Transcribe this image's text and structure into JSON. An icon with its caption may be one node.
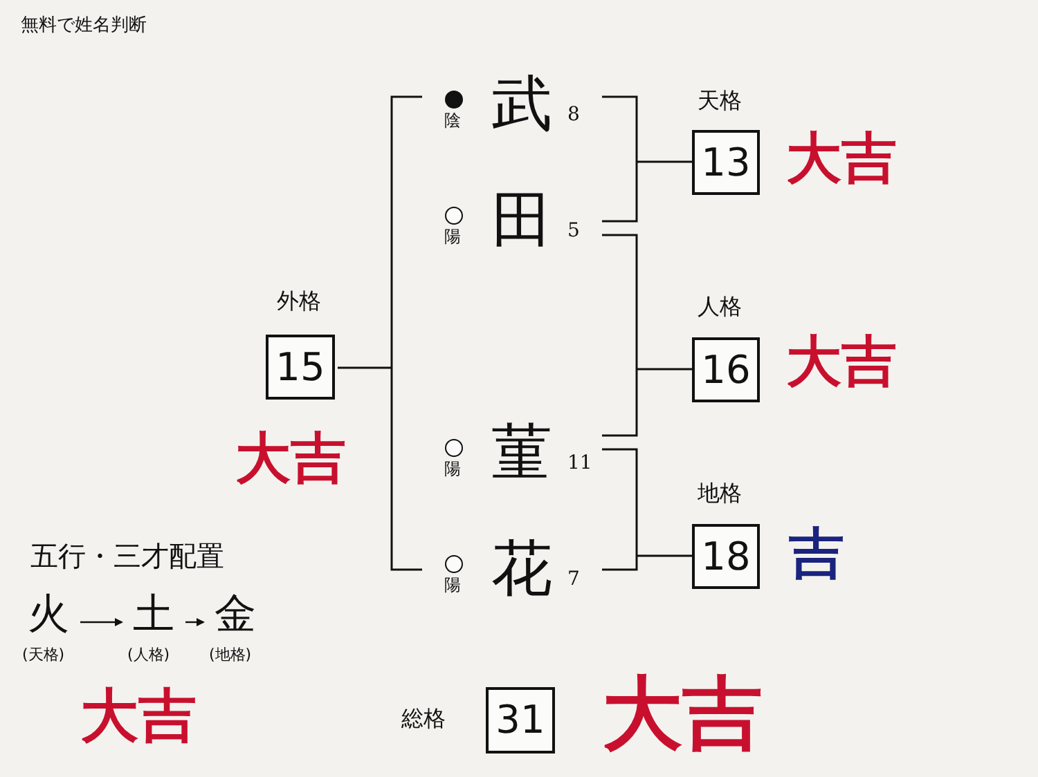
{
  "diagram": {
    "nodes": [
      {
        "text": [
          "天格",
          "13"
        ],
        "beside": [
          "大吉"
        ]
      },
      {
        "text": [
          "人格",
          "16"
        ],
        "beside": [
          "大吉"
        ]
      },
      {
        "text": [
          "外格",
          "15"
        ],
        "beside": [
          "大吉"
        ]
      },
      {
        "text": [
          "地格",
          "18"
        ],
        "beside": [
          "吉"
        ]
      },
      {
        "text": [
          "総格",
          "31"
        ],
        "beside": [
          "大吉"
        ]
      },
      {
        "text": [
          "火"
        ],
        "beside": [
          "(天格)"
        ]
      },
      {
        "text": [
          "土"
        ],
        "beside": [
          "(人格)"
        ]
      },
      {
        "text": [
          "金"
        ],
        "beside": [
          "(地格)"
        ]
      }
    ],
    "edges": [
      {
        "from": 5,
        "to": 6,
        "arrow": "to"
      },
      {
        "from": 6,
        "to": 7,
        "arrow": "to"
      }
    ],
    "labels": [
      "無料で姓名判断",
      "陰",
      "武",
      "8",
      "陽",
      "田",
      "5",
      "陽",
      "菫",
      "11",
      "陽",
      "花",
      "7",
      "五行・三才配置",
      "大吉"
    ]
  }
}
